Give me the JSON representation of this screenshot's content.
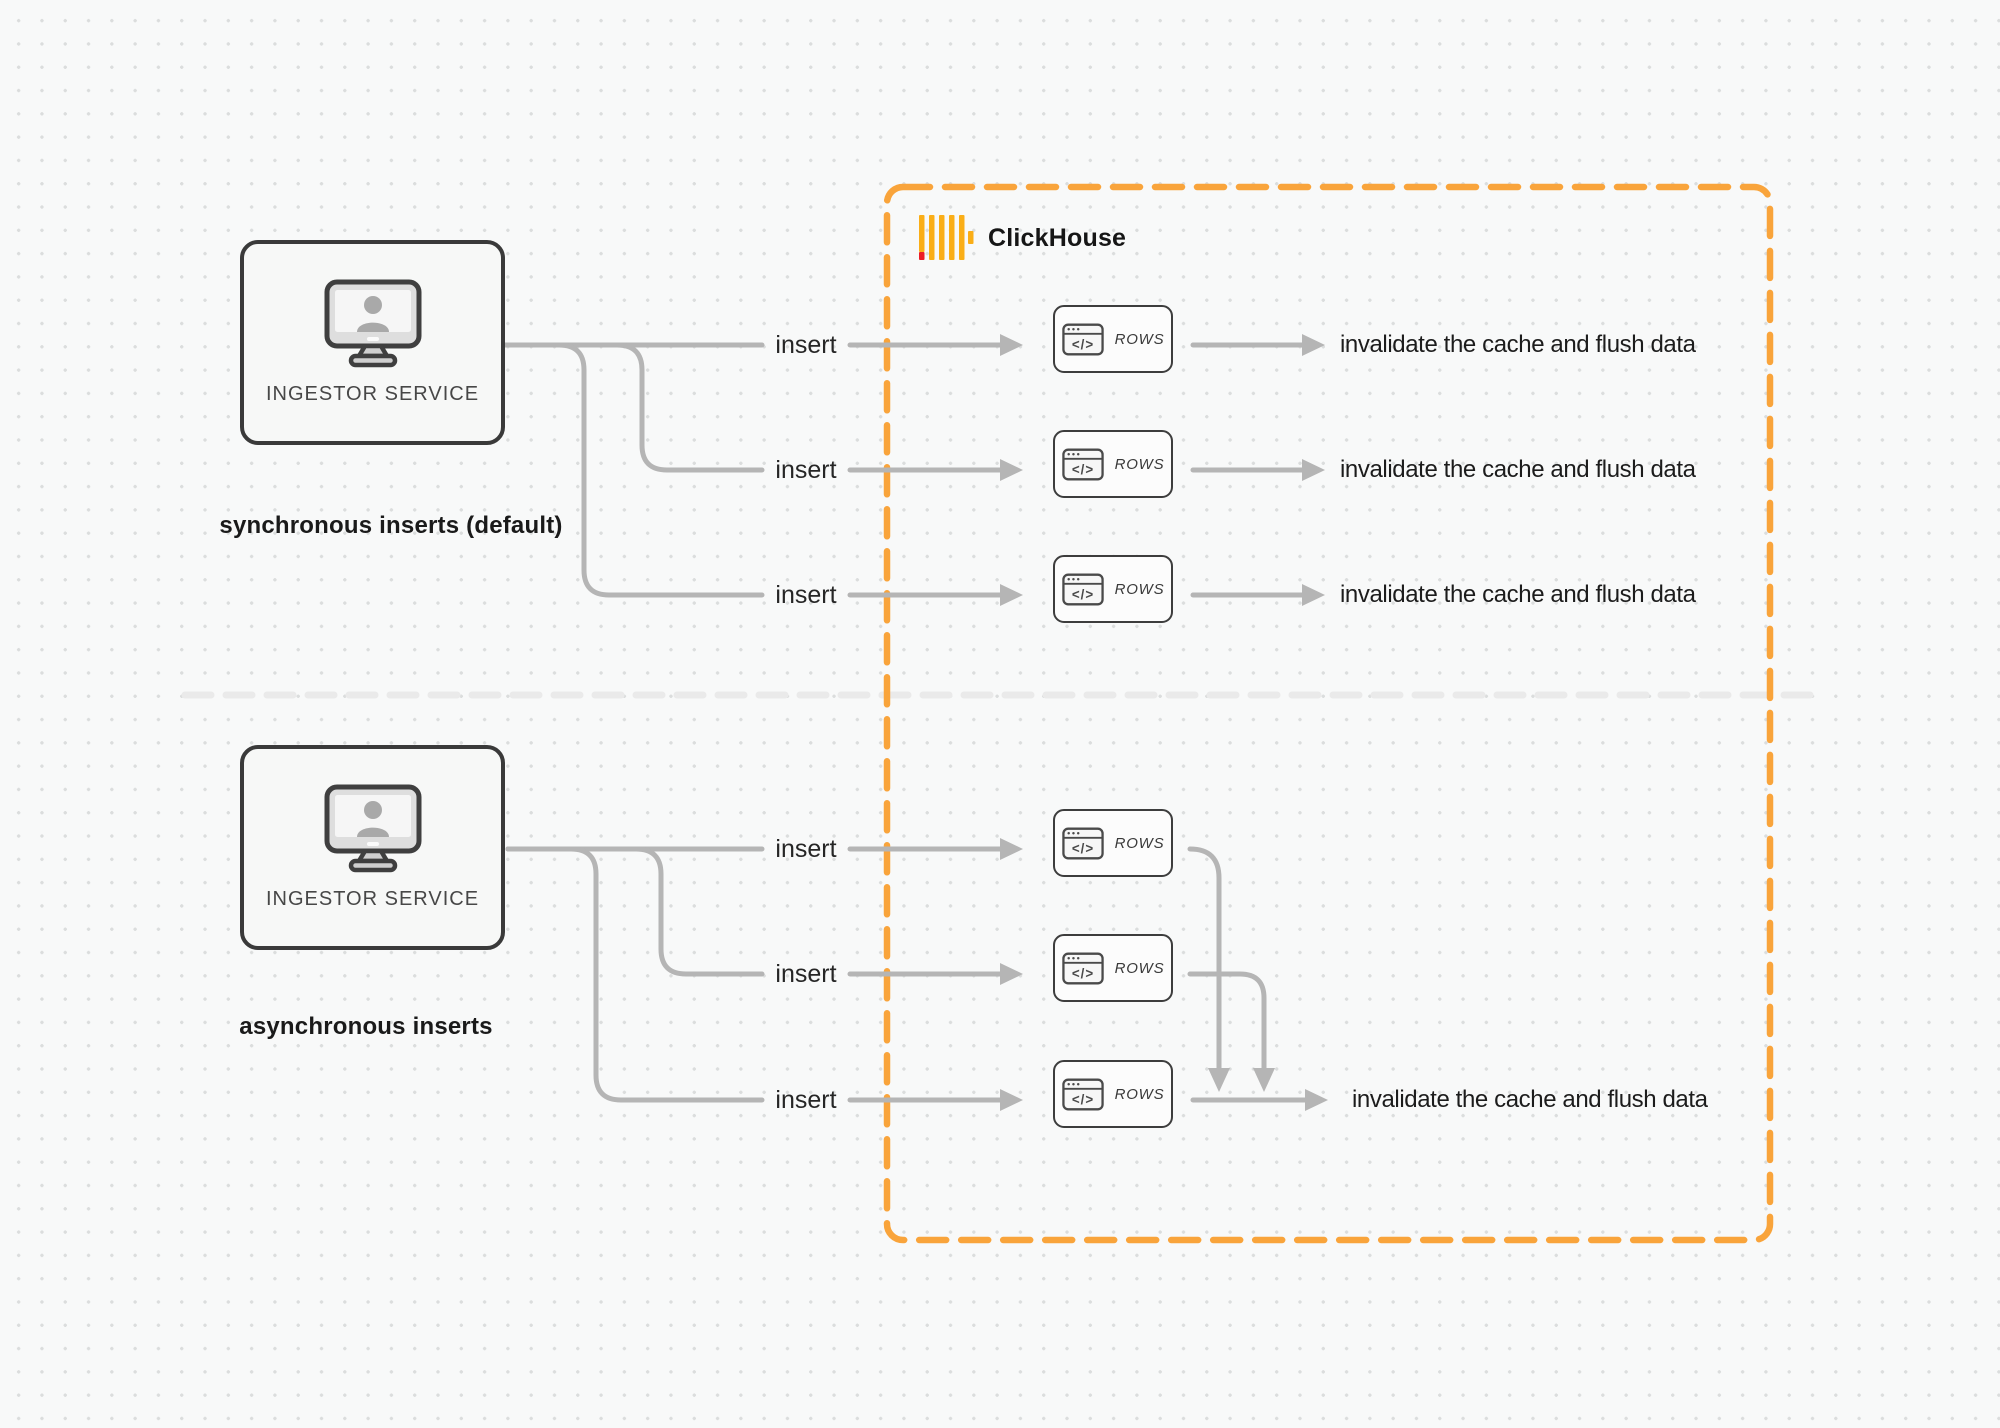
{
  "clickhouse": {
    "brand": "ClickHouse"
  },
  "card": {
    "label": "ROWS",
    "icon_glyph": "</>"
  },
  "sync": {
    "source": "INGESTOR SERVICE",
    "caption": "synchronous inserts (default)",
    "inserts": [
      "insert",
      "insert",
      "insert"
    ],
    "results": [
      "invalidate the cache and flush data",
      "invalidate the cache and flush data",
      "invalidate the cache and flush data"
    ]
  },
  "async": {
    "source": "INGESTOR SERVICE",
    "caption": "asynchronous inserts",
    "inserts": [
      "insert",
      "insert",
      "insert"
    ],
    "result": "invalidate the cache and flush data"
  },
  "colors": {
    "accent_orange": "#F9A43B",
    "connector_gray": "#B5B5B5",
    "logo_yellow": "#FAAE17",
    "logo_red": "#EC1C24",
    "divider_gray": "#EAEAEA"
  }
}
